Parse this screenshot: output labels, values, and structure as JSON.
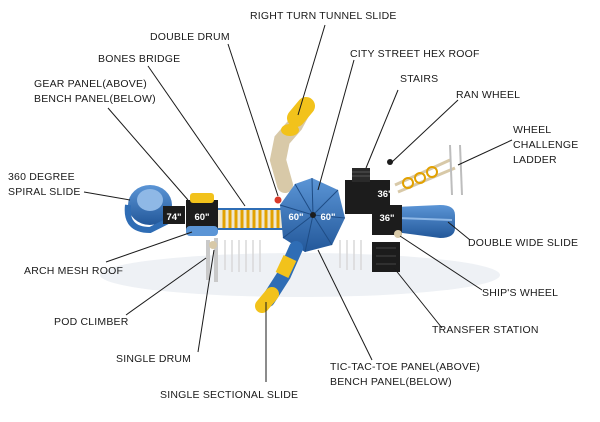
{
  "labels": {
    "right_turn_tunnel_slide": "RIGHT TURN TUNNEL SLIDE",
    "double_drum": "DOUBLE DRUM",
    "city_street_hex_roof": "CITY STREET HEX ROOF",
    "bones_bridge": "BONES BRIDGE",
    "stairs": "STAIRS",
    "gear_panel_1": "GEAR PANEL(ABOVE)",
    "gear_panel_2": "BENCH PANEL(BELOW)",
    "ran_wheel": "RAN WHEEL",
    "wheel_ladder_1": "WHEEL",
    "wheel_ladder_2": "CHALLENGE",
    "wheel_ladder_3": "LADDER",
    "spiral_1": "360 DEGREE",
    "spiral_2": "SPIRAL SLIDE",
    "double_wide_slide": "DOUBLE WIDE SLIDE",
    "arch_mesh_roof": "ARCH MESH ROOF",
    "ships_wheel": "SHIP'S WHEEL",
    "pod_climber": "POD CLIMBER",
    "transfer_station": "TRANSFER STATION",
    "single_drum": "SINGLE DRUM",
    "tic_tac_toe_1": "TIC-TAC-TOE PANEL(ABOVE)",
    "tic_tac_toe_2": "BENCH PANEL(BELOW)",
    "single_sectional_slide": "SINGLE SECTIONAL SLIDE"
  },
  "deck_heights": {
    "left_deck": "74\"",
    "left_platform": "60\"",
    "center_left": "60\"",
    "center_right": "60\"",
    "right_upper": "36\"",
    "right_lower": "36\""
  },
  "colors": {
    "blue": "#2f6db5",
    "blue_light": "#5b95d6",
    "yellow": "#f2c21b",
    "tan": "#d8c9a8",
    "black": "#1c1c1c",
    "text": "#1a1a1a"
  }
}
